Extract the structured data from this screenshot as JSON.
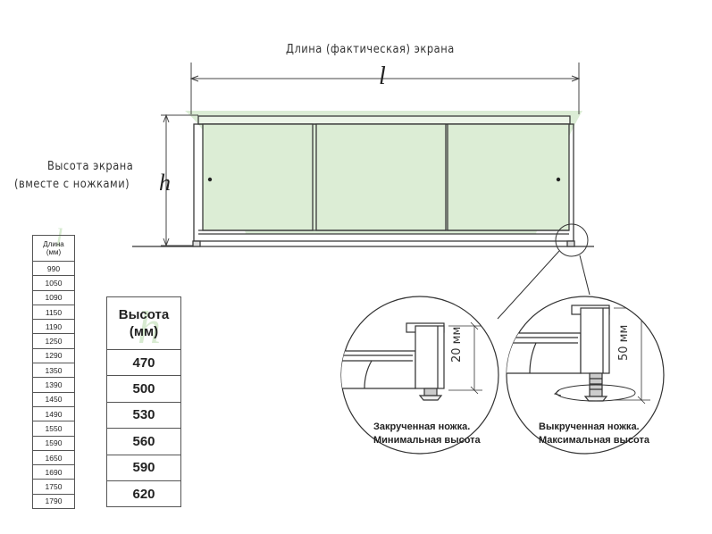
{
  "diagram": {
    "length_label": "Длина (фактическая) экрана",
    "length_symbol": "l",
    "height_label_line1": "Высота экрана",
    "height_label_line2": "(вместе с ножками)",
    "height_symbol": "h"
  },
  "length_table": {
    "header_line1": "Длина",
    "header_line2": "(мм)",
    "values": [
      "990",
      "1050",
      "1090",
      "1150",
      "1190",
      "1250",
      "1290",
      "1350",
      "1390",
      "1450",
      "1490",
      "1550",
      "1590",
      "1650",
      "1690",
      "1750",
      "1790"
    ]
  },
  "height_table": {
    "header_line1": "Высота",
    "header_line2": "(мм)",
    "values": [
      "470",
      "500",
      "530",
      "560",
      "590",
      "620"
    ]
  },
  "details": {
    "min": {
      "dimension": "20 мм",
      "caption_line1": "Закрученная ножка.",
      "caption_line2": "Минимальная высота"
    },
    "max": {
      "dimension": "50 мм",
      "caption_line1": "Выкрученная ножка.",
      "caption_line2": "Максимальная высота"
    }
  },
  "colors": {
    "line": "#3a3a3a",
    "green_fill": "#d7ead0",
    "panel_fill": "#e8f3e4"
  }
}
